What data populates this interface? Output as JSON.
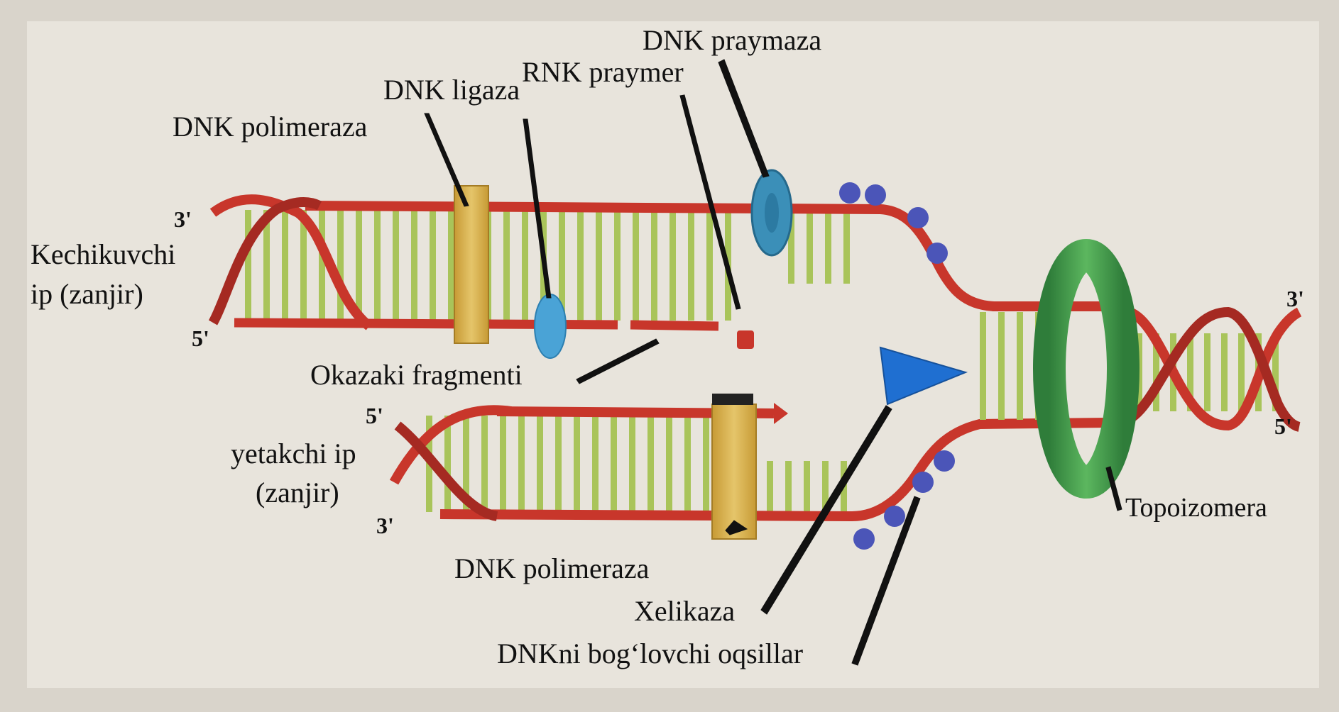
{
  "labels": {
    "dnk_praymaza": "DNK praymaza",
    "rnk_praymer": "RNK praymer",
    "dnk_ligaza": "DNK ligaza",
    "dnk_polimeraza_top": "DNK polimeraza",
    "prime_3_top": "3'",
    "kechikuvchi_1": "Kechikuvchi",
    "kechikuvchi_2": "ip (zanjir)",
    "prime_5_top": "5'",
    "okazaki": "Okazaki fragmenti",
    "prime_5_mid": "5'",
    "yetakchi_1": "yetakchi ip",
    "yetakchi_2": "(zanjir)",
    "prime_3_bottom": "3'",
    "dnk_polimeraza_bottom": "DNK polimeraza",
    "xelikaza": "Xelikaza",
    "dnk_bog": "DNKni bog‘lovchi oqsillar",
    "topoizomera": "Topoizomera",
    "prime_3_right": "3'",
    "prime_5_right": "5'"
  },
  "colors": {
    "background": "#d9d4cb",
    "panel": "#e8e4dc",
    "strand_red": "#c8362b",
    "rung_green": "#a9c45a",
    "polymerase_yellow": "#d9b24a",
    "ligase_blue": "#4aa3d6",
    "primase_teal": "#3b8fb8",
    "helicase_blue": "#1f6fd1",
    "ssb_purple": "#4b55b8",
    "topo_green": "#3f9a4a"
  }
}
